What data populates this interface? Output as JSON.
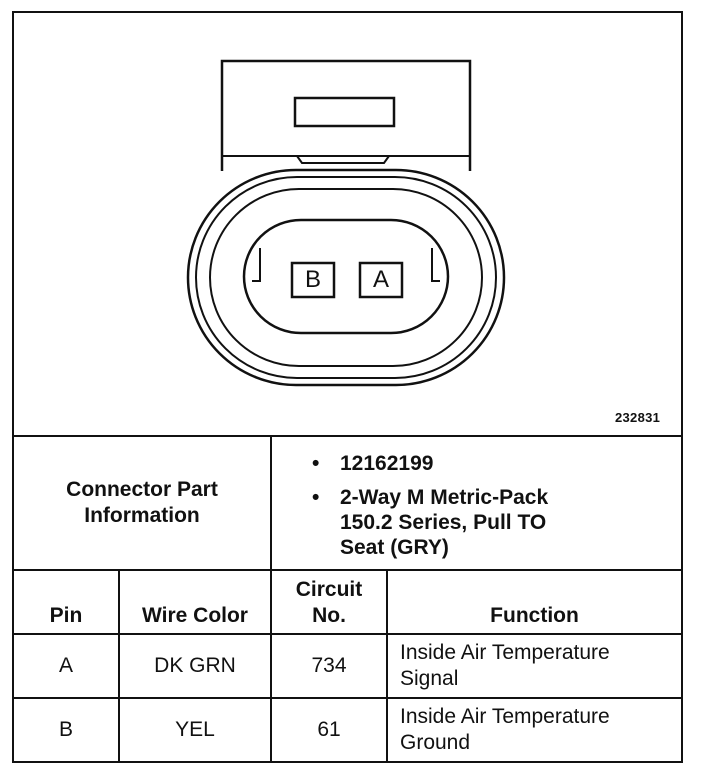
{
  "figure": {
    "id": "232831",
    "pins": [
      "B",
      "A"
    ]
  },
  "connector": {
    "title_line1": "Connector Part",
    "title_line2": "Information",
    "bullets": [
      {
        "marker": "•",
        "lines": [
          "12162199"
        ]
      },
      {
        "marker": "•",
        "lines": [
          "2-Way M Metric-Pack",
          "150.2 Series, Pull TO",
          "Seat (GRY)"
        ]
      }
    ]
  },
  "table": {
    "headers": {
      "pin": "Pin",
      "wire_color": "Wire Color",
      "circuit_line1": "Circuit",
      "circuit_line2": "No.",
      "function": "Function"
    },
    "rows": [
      {
        "pin": "A",
        "wire_color": "DK GRN",
        "circuit": "734",
        "function_line1": "Inside Air Temperature",
        "function_line2": "Signal"
      },
      {
        "pin": "B",
        "wire_color": "YEL",
        "circuit": "61",
        "function_line1": "Inside Air Temperature",
        "function_line2": "Ground"
      }
    ]
  }
}
